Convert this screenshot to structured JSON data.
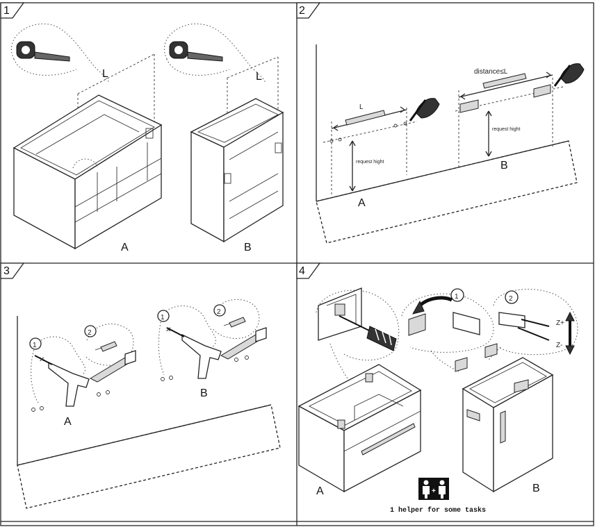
{
  "steps": [
    {
      "number": "1",
      "labels": [
        "L",
        "L",
        "A",
        "B"
      ]
    },
    {
      "number": "2",
      "labels": [
        "L",
        "distance≤L",
        "request hight",
        "request hight",
        "A",
        "B"
      ]
    },
    {
      "number": "3",
      "labels": [
        "1",
        "2",
        "1",
        "2",
        "A",
        "B"
      ]
    },
    {
      "number": "4",
      "labels": [
        "1",
        "2",
        "Z+",
        "Z-",
        "A",
        "B"
      ],
      "helper_note": "1 helper for some tasks"
    }
  ],
  "icons": [
    "tape-measure-icon",
    "pencil-hand-icon",
    "drill-icon",
    "wall-plug-icon",
    "screwdriver-icon",
    "two-people-icon",
    "arrow-icon"
  ]
}
